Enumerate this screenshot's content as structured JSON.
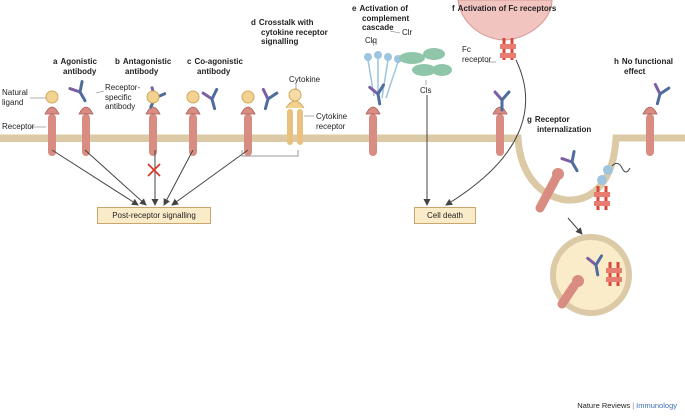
{
  "panels": {
    "a": {
      "letter": "a",
      "title": [
        "Agonistic",
        "antibody"
      ]
    },
    "b": {
      "letter": "b",
      "title": [
        "Antagonistic",
        "antibody"
      ]
    },
    "c": {
      "letter": "c",
      "title": [
        "Co-agonistic",
        "antibody"
      ]
    },
    "d": {
      "letter": "d",
      "title": [
        "Crosstalk with",
        "cytokine receptor",
        "signalling"
      ]
    },
    "e": {
      "letter": "e",
      "title": [
        "Activation of",
        "complement",
        "cascade"
      ]
    },
    "f": {
      "letter": "f",
      "title": [
        "Activation of Fc receptors"
      ]
    },
    "g": {
      "letter": "g",
      "title": [
        "Receptor",
        "internalization"
      ]
    },
    "h": {
      "letter": "h",
      "title": [
        "No functional",
        "effect"
      ]
    }
  },
  "labels": {
    "natural_ligand": [
      "Natural",
      "ligand"
    ],
    "receptor": "Receptor",
    "receptor_specific_antibody": [
      "Receptor-",
      "specific",
      "antibody"
    ],
    "cytokine": "Cytokine",
    "cytokine_receptor": [
      "Cytokine",
      "receptor"
    ],
    "clr": "Clr",
    "clq": "Clq",
    "cls": "Cls",
    "fc_receptor": [
      "Fc",
      "receptor"
    ]
  },
  "outcomes": {
    "post_receptor": "Post-receptor signalling",
    "cell_death": "Cell death"
  },
  "footer": {
    "journal": "Nature Reviews",
    "section": "Immunology"
  },
  "colors": {
    "membrane": "#dcc9a6",
    "cytoplasm": "#f7f1e6",
    "receptor": "#d98c82",
    "receptor_dark": "#a65a52",
    "ligand": "#f1d291",
    "antibody_blue": "#4e6d9c",
    "antibody_purple": "#7d5ea3",
    "complement_green": "#8fc6a9",
    "complement_blue": "#9ec4de",
    "fc_receptor": "#d9483c",
    "cell": "#f2c4c0",
    "arrow": "#444444",
    "block_x": "#d9301f",
    "box_fill": "#fbecc9"
  }
}
